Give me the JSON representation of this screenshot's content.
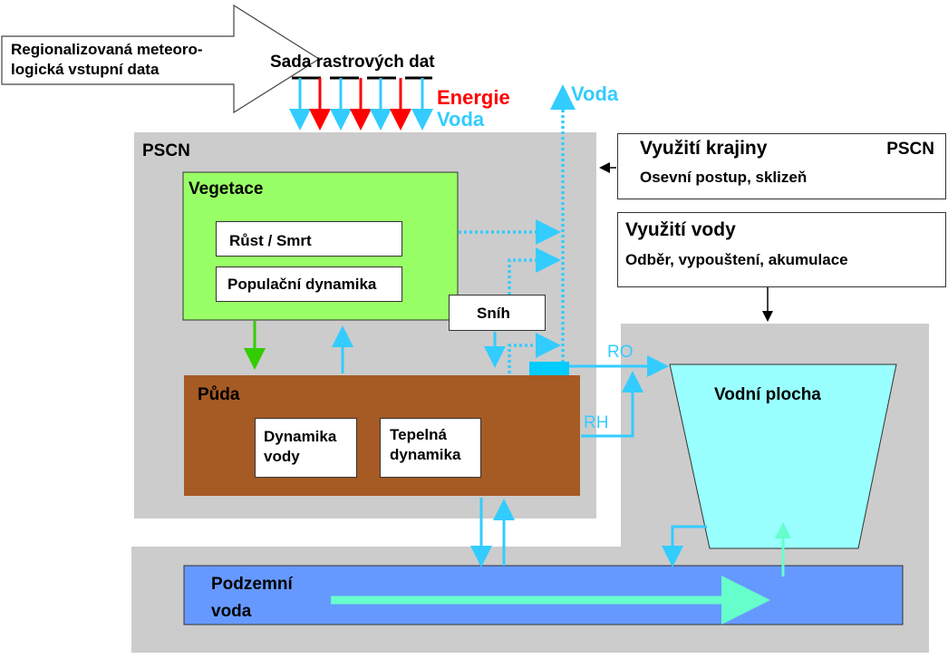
{
  "input": {
    "meteo_text": "Regionalizovaná meteoro-\nlogická vstupní data",
    "raster_title": "Sada rastrových dat",
    "energie": "Energie",
    "voda": "Voda"
  },
  "voda_out": "Voda",
  "pscn_main": "PSCN",
  "landuse": {
    "title": "Využití krajiny",
    "pscn": "PSCN",
    "subtitle": "Osevní postup, sklizeň"
  },
  "wateruse": {
    "title": "Využití vody",
    "subtitle": "Odběr, vypouštení, akumulace"
  },
  "vegetace": {
    "title": "Vegetace",
    "rust": "Růst / Smrt",
    "populacni": "Populační dynamika"
  },
  "snih": "Sníh",
  "puda": {
    "title": "Půda",
    "dynamika_vody": "Dynamika\nvody",
    "tepelna": "Tepelná\ndynamika"
  },
  "ro": "RO",
  "rh": "RH",
  "vodni_plocha": "Vodní plocha",
  "podzemni": "Podzemní\nvoda",
  "colors": {
    "gray_panel": "#cccccc",
    "vegetace_green": "#99ff66",
    "puda_brown": "#a65a24",
    "water_cyan": "#99ffff",
    "ground_blue": "#6699ff",
    "arrow_blue": "#33ccff",
    "arrow_red": "#ff0000",
    "arrow_green": "#33cc00",
    "arrow_mint": "#66ffcc"
  }
}
